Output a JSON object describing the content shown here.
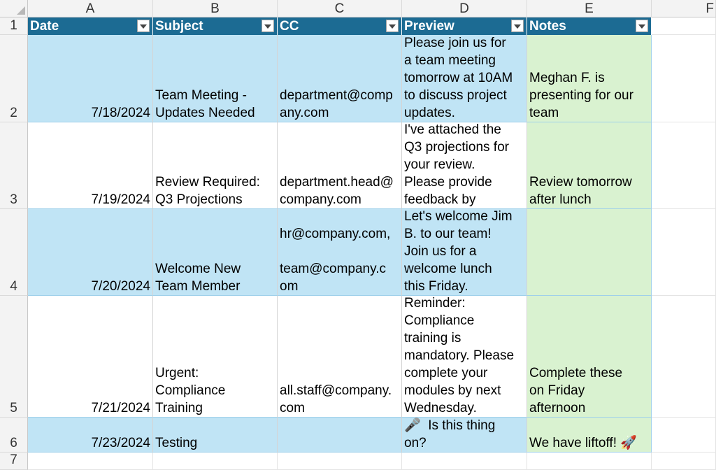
{
  "columns": [
    "A",
    "B",
    "C",
    "D",
    "E",
    "F"
  ],
  "row_numbers": [
    "1",
    "2",
    "3",
    "4",
    "5",
    "6",
    "7"
  ],
  "table": {
    "headers": [
      "Date",
      "Subject",
      "CC",
      "Preview",
      "Notes"
    ],
    "header_color": "#1c6b93",
    "band_color": "#c0e4f5",
    "notes_color": "#d9f2d0",
    "rows": [
      {
        "date": "7/18/2024",
        "subject": "Team Meeting -\nUpdates Needed",
        "cc": "department@comp\nany.com",
        "preview": "Please join us for\na team meeting\ntomorrow at 10AM\nto discuss project\nupdates.",
        "notes": "Meghan F. is\npresenting for our\nteam"
      },
      {
        "date": "7/19/2024",
        "subject": "Review Required:\nQ3 Projections",
        "cc": "department.head@\ncompany.com",
        "preview": "I've attached the\nQ3 projections for\nyour review.\nPlease provide\nfeedback by",
        "notes": "Review tomorrow\nafter lunch"
      },
      {
        "date": "7/20/2024",
        "subject": "Welcome New\nTeam Member",
        "cc": "hr@company.com,\n\nteam@company.c\nom",
        "preview": "Let's welcome Jim\nB. to our team!\nJoin us for a\nwelcome lunch\nthis Friday.",
        "notes": ""
      },
      {
        "date": "7/21/2024",
        "subject": "Urgent:\nCompliance\nTraining",
        "cc": "all.staff@company.\ncom",
        "preview": "Reminder:\nCompliance\ntraining is\nmandatory. Please\ncomplete your\nmodules by next\nWednesday.",
        "notes": "Complete these\non Friday\nafternoon"
      },
      {
        "date": "7/23/2024",
        "subject": "Testing",
        "cc": "",
        "preview": "🎤  Is this thing\non?",
        "notes": "We have liftoff! 🚀"
      }
    ]
  }
}
